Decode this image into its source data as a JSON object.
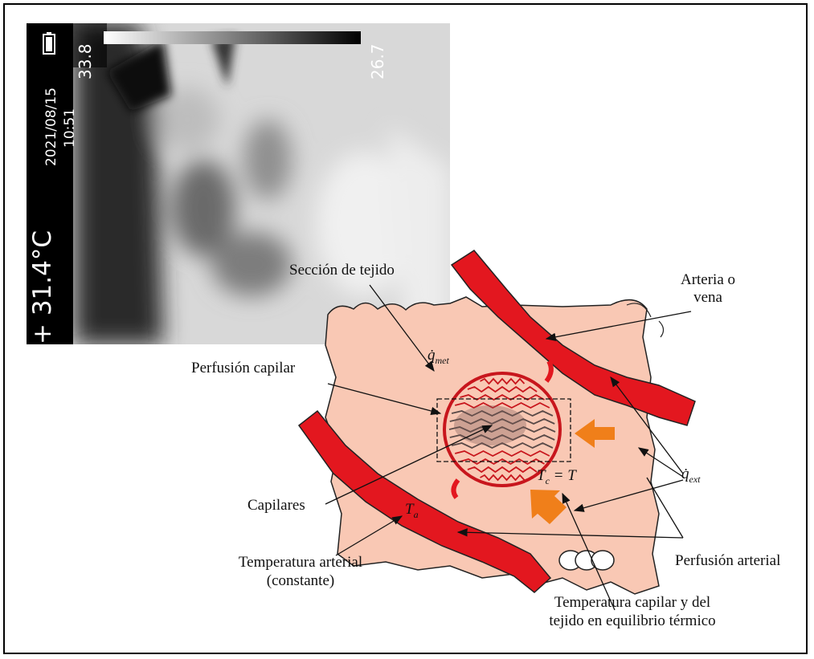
{
  "thermal_camera": {
    "temperature": "+ 31.4°C",
    "date": "2021/08/15",
    "time": "10:51",
    "scale_max": "33.8",
    "scale_min": "26.7"
  },
  "labels": {
    "tissue_section": "Sección de tejido",
    "artery_or_vein_line1": "Arteria o",
    "artery_or_vein_line2": "vena",
    "capillary_perfusion": "Perfusión capilar",
    "capillaries": "Capilares",
    "arterial_temp_line1": "Temperatura arterial",
    "arterial_temp_line2": "(constante)",
    "arterial_perfusion": "Perfusión arterial",
    "capillary_temp_line1": "Temperatura capilar y del",
    "capillary_temp_line2": "tejido en equilibrio térmico"
  },
  "symbols": {
    "q_met_base": "q̇",
    "q_met_sub": "met",
    "q_ext_base": "q̇",
    "q_ext_sub": "ext",
    "t_a_base": "T",
    "t_a_sub": "a",
    "tc_eq_base": "T",
    "tc_eq_sub": "c",
    "tc_eq_rest": " = T"
  },
  "colors": {
    "tissue": "#f9c8b4",
    "vessel": "#e3171f",
    "heat_arrow": "#f07f1a",
    "border": "#000000"
  }
}
